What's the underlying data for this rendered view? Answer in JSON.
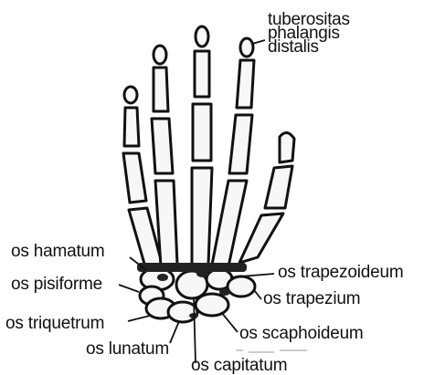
{
  "labels": {
    "tuberositas": "tuberositas",
    "phalangis": "phalangis",
    "distalis": "distalis",
    "hamatum": "os hamatum",
    "pisiforme": "os pisiforme",
    "triquetrum": "os triquetrum",
    "lunatum": "os lunatum",
    "capitatum": "os capitatum",
    "trapezoideum": "os trapezoideum",
    "trapezium": "os trapezium",
    "scaphoideum": "os scaphoideum"
  }
}
